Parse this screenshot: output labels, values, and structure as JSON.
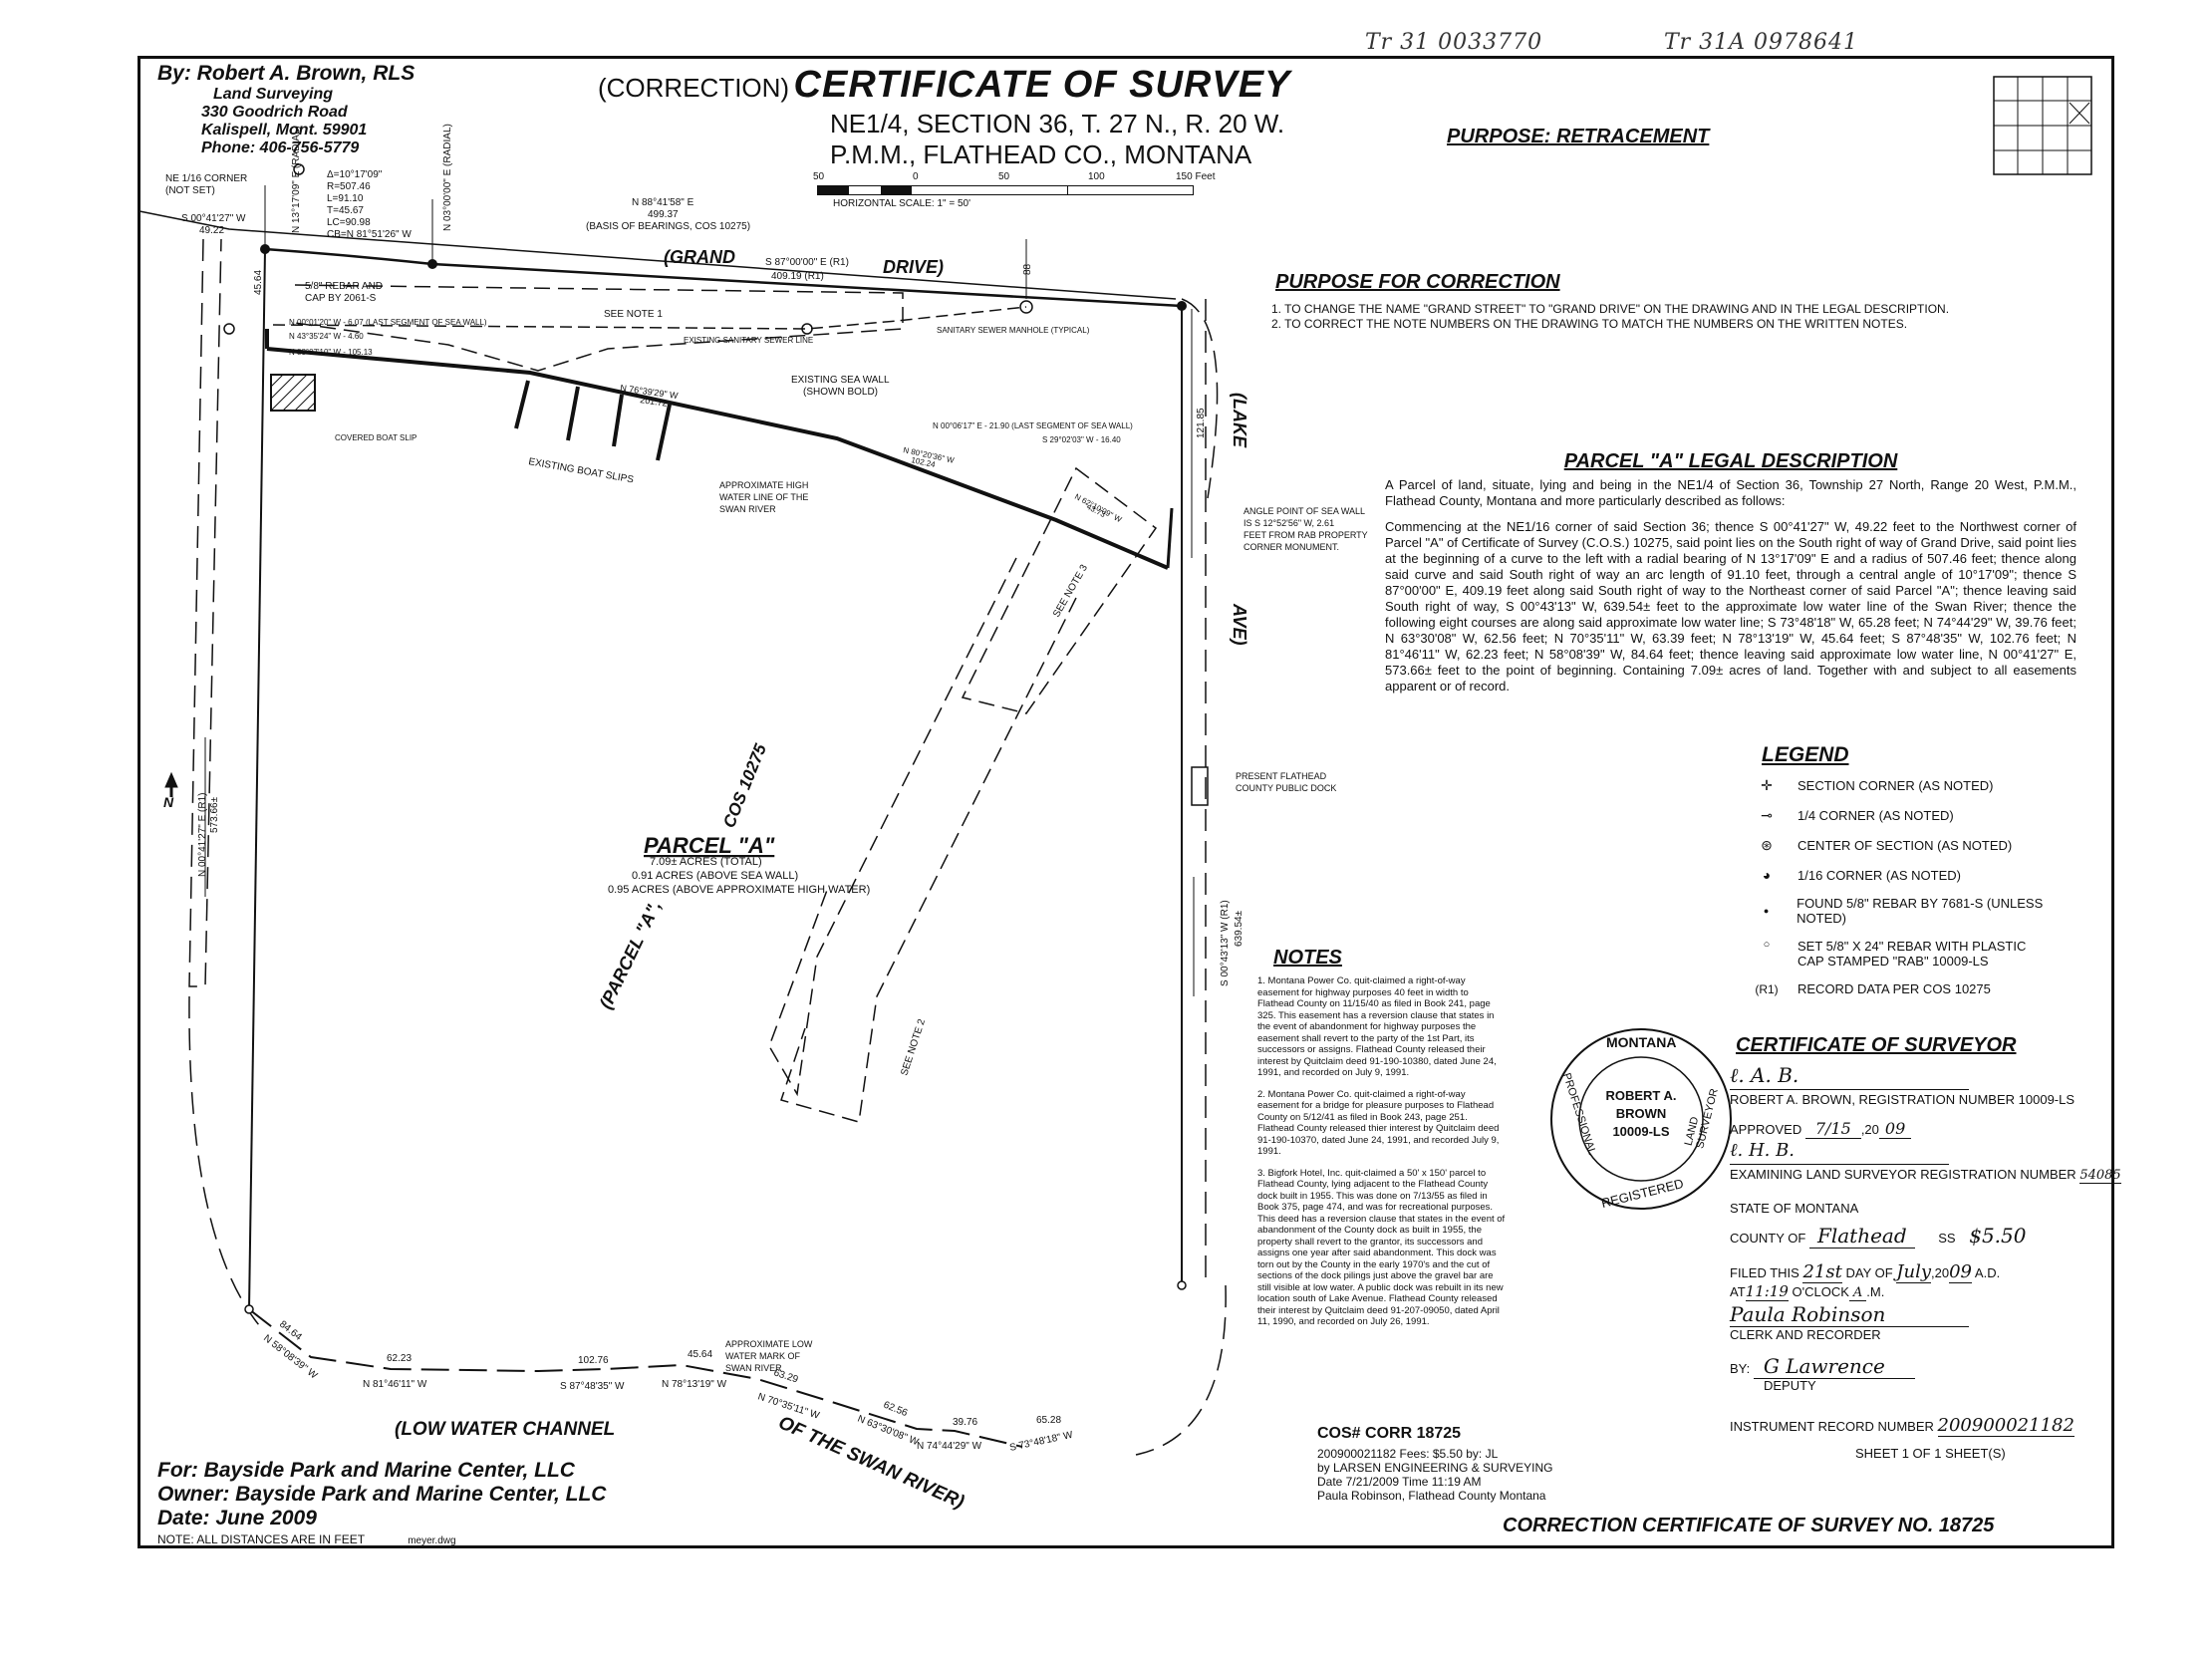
{
  "top_stamps": {
    "left": "Tr 31  0033770",
    "right": "Tr 31A  0978641"
  },
  "surveyor_block": {
    "by": "By: Robert A. Brown, RLS",
    "line1": "Land Surveying",
    "line2": "330 Goodrich Road",
    "line3": "Kalispell, Mont. 59901",
    "line4": "Phone: 406-756-5779"
  },
  "title": {
    "prefix": "(CORRECTION)",
    "main": "CERTIFICATE OF SURVEY",
    "line2": "NE1/4, SECTION 36, T. 27 N., R. 20 W.",
    "line3": "P.M.M., FLATHEAD CO., MONTANA"
  },
  "scale": {
    "ticks": [
      "50",
      "0",
      "50",
      "100",
      "150 Feet"
    ],
    "label": "HORIZONTAL SCALE: 1\" = 50'"
  },
  "purpose": "PURPOSE: RETRACEMENT",
  "purpose_correction": {
    "heading": "PURPOSE FOR CORRECTION",
    "items": [
      "1. TO CHANGE THE NAME \"GRAND STREET\" TO \"GRAND DRIVE\" ON THE DRAWING AND IN THE LEGAL DESCRIPTION.",
      "2. TO CORRECT THE NOTE NUMBERS ON THE DRAWING TO MATCH THE NUMBERS ON THE WRITTEN NOTES."
    ]
  },
  "legal": {
    "heading": "PARCEL \"A\" LEGAL DESCRIPTION",
    "p1": "A Parcel of land, situate, lying and being in the NE1/4 of Section 36, Township 27 North, Range 20 West, P.M.M., Flathead County, Montana and more particularly described as follows:",
    "p2": "Commencing at the NE1/16 corner of said Section 36; thence S 00°41'27\" W, 49.22 feet to the Northwest corner of Parcel \"A\" of Certificate of Survey (C.O.S.) 10275, said point lies on the South right of way of Grand Drive, said point lies at the beginning of a curve to the left with a radial bearing of N 13°17'09\" E and a radius of 507.46 feet; thence along said curve and said South right of way an arc length of 91.10 feet, through a central angle of 10°17'09\"; thence S 87°00'00\" E, 409.19 feet along said South right of way to the Northeast corner of said Parcel \"A\"; thence leaving said South right of way, S 00°43'13\" W, 639.54± feet to the approximate low water line of the Swan River; thence the following eight courses are along said approximate low water line; S 73°48'18\" W, 65.28 feet; N 74°44'29\" W, 39.76 feet; N 63°30'08\" W, 62.56 feet; N 70°35'11\" W, 63.39 feet; N 78°13'19\" W, 45.64 feet; S 87°48'35\" W, 102.76 feet; N 81°46'11\" W, 62.23 feet; N 58°08'39\" W, 84.64 feet; thence leaving said approximate low water line, N 00°41'27\" E, 573.66± feet to the point of beginning. Containing 7.09± acres of land. Together with and subject to all easements apparent or of record."
  },
  "legend": {
    "heading": "LEGEND",
    "items": [
      {
        "sym": "✛",
        "label": "SECTION CORNER (AS NOTED)"
      },
      {
        "sym": "⊸",
        "label": "1/4 CORNER (AS NOTED)"
      },
      {
        "sym": "⊛",
        "label": "CENTER OF SECTION (AS NOTED)"
      },
      {
        "sym": "◕",
        "label": "1/16 CORNER (AS NOTED)"
      },
      {
        "sym": "●",
        "label": "FOUND 5/8\" REBAR BY 7681-S (UNLESS NOTED)"
      },
      {
        "sym": "○",
        "label": "SET 5/8\" X 24\" REBAR WITH PLASTIC CAP STAMPED \"RAB\" 10009-LS"
      },
      {
        "sym": "(R1)",
        "label": "RECORD DATA PER COS 10275"
      }
    ]
  },
  "notes": {
    "heading": "NOTES",
    "items": [
      "1. Montana Power Co. quit-claimed a right-of-way easement for highway purposes 40 feet in width to Flathead County on 11/15/40 as filed in Book 241, page 325. This easement has a reversion clause that states in the event of abandonment for highway purposes the easement shall revert to the party of the 1st Part, its successors or assigns. Flathead County released their interest by Quitclaim deed 91-190-10380, dated June 24, 1991, and recorded on July 9, 1991.",
      "2. Montana Power Co. quit-claimed a right-of-way easement for a bridge for pleasure purposes to Flathead County on 5/12/41 as filed in Book 243, page 251. Flathead County released thier interest by Quitclaim deed 91-190-10370, dated June 24, 1991, and recorded July 9, 1991.",
      "3. Bigfork Hotel, Inc. quit-claimed a 50' x 150' parcel to Flathead County, lying adjacent to the Flathead County dock built in 1955. This was done on 7/13/55 as filed in Book 375, page 474, and was for recreational purposes. This deed has a reversion clause that states in the event of abandonment of the County dock as built in 1955, the property shall revert to the grantor, its successors and assigns one year after said abandonment. This dock was torn out by the County in the early 1970's and the cut of sections of the dock pilings just above the gravel bar are still visible at low water. A public dock was rebuilt in its new location south of Lake Avenue. Flathead County released their interest by Quitclaim deed 91-207-09050, dated April 11, 1990, and recorded on July 26, 1991."
    ]
  },
  "seal": {
    "top": "MONTANA",
    "left": "PROFESSIONAL",
    "right": "LAND SURVEYOR",
    "bottom": "REGISTERED",
    "name1": "ROBERT A.",
    "name2": "BROWN",
    "number": "10009-LS"
  },
  "cert": {
    "heading": "CERTIFICATE OF SURVEYOR",
    "reg": "ROBERT A. BROWN, REGISTRATION NUMBER 10009-LS",
    "approved": "APPROVED",
    "approved_date": "7/15",
    "approved_year_prefix": ",20",
    "approved_year": "09",
    "examining": "EXAMINING LAND SURVEYOR REGISTRATION NUMBER",
    "examining_no": "54085",
    "state": "STATE OF MONTANA",
    "county_label": "COUNTY OF",
    "county": "Flathead",
    "ss": "SS",
    "fee": "$5.50",
    "filed": "FILED THIS",
    "filed_day": "21st",
    "day_of": "DAY OF",
    "filed_month": "July",
    "filed_year_prefix": ",20",
    "filed_year": "09",
    "ad": "A.D.",
    "at": "AT",
    "at_time": "11:19",
    "oclock": "O'CLOCK",
    "am": "A",
    "m": ".M.",
    "recorder_sig": "Paula Robinson",
    "clerk": "CLERK AND RECORDER",
    "by": "BY:",
    "deputy_sig": "G Lawrence",
    "deputy": "DEPUTY",
    "instrument": "INSTRUMENT RECORD NUMBER",
    "instrument_no": "200900021182",
    "sheet": "SHEET 1 OF 1 SHEET(S)"
  },
  "cos_stamp": {
    "title": "COS# CORR 18725",
    "line1": "200900021182 Fees: $5.50 by: JL",
    "line2": "by LARSEN ENGINEERING & SURVEYING",
    "line3": "Date 7/21/2009  Time 11:19 AM",
    "line4": "Paula Robinson, Flathead County Montana"
  },
  "bottom_title": "CORRECTION CERTIFICATE OF SURVEY NO. 18725",
  "owner": {
    "for": "For: Bayside Park and Marine Center, LLC",
    "owner": "Owner: Bayside Park and Marine Center, LLC",
    "date": "Date: June 2009",
    "note": "NOTE: ALL DISTANCES ARE IN FEET",
    "file": "meyer.dwg"
  },
  "map": {
    "ne_corner": "NE 1/16 CORNER",
    "not_set": "(NOT SET)",
    "bearing_w": "S 00°41'27\" W",
    "dist_w": "49.22",
    "curve": [
      "Δ=10°17'09\"",
      "R=507.46",
      "L=91.10",
      "T=45.67",
      "LC=90.98",
      "CB=N 81°51'26\" W"
    ],
    "radial1": "N 13°17'09\" E (RADIAL)",
    "radial2": "N 03°00'00\" E (RADIAL)",
    "basis1": "N 88°41'58\" E",
    "basis2": "499.37",
    "basis3": "(BASIS OF BEARINGS, COS 10275)",
    "grand": "(GRAND",
    "drive": "DRIVE)",
    "north_brg": "S 87°00'00\" E (R1)",
    "north_dist": "409.19 (R1)",
    "rebar": "5/8\" REBAR AND",
    "rebar2": "CAP BY 2061-S",
    "see_note1": "SEE NOTE 1",
    "sew1": "N 00°01'20\" W - 6.07 (LAST SEGMENT OF SEA WALL)",
    "sew2": "N 43°35'24\" W - 4.60",
    "sew3": "N 88°07'10\" W - 105.13",
    "sanitary_line": "EXISTING SANITARY SEWER LINE",
    "manhole": "SANITARY SEWER MANHOLE (TYPICAL)",
    "seawall": "EXISTING SEA WALL",
    "seawall2": "(SHOWN BOLD)",
    "sw_brg": "N 76°39'29\" W",
    "sw_dist": "201.72",
    "boat_slip": "COVERED BOAT SLIP",
    "boat_slips": "EXISTING BOAT SLIPS",
    "ne_sw1": "N 00°06'17\" E - 21.90 (LAST SEGMENT OF SEA WALL)",
    "ne_sw2": "S 29°02'03\" W - 16.40",
    "sw_brg2": "N 80°20'36\" W",
    "sw_dist2": "102.24",
    "hw1": "APPROXIMATE HIGH",
    "hw2": "WATER LINE OF THE",
    "hw3": "SWAN RIVER",
    "sw_brg3": "N 62°10'09\" W",
    "sw_dist3": "43.73",
    "angle1": "ANGLE POINT OF SEA WALL",
    "angle2": "IS S 12°52'56\" W, 2.61",
    "angle3": "FEET FROM RAB PROPERTY",
    "angle4": "CORNER MONUMENT.",
    "lake": "(LAKE",
    "ave": "AVE)",
    "e_dist": "121.85",
    "see_note3": "SEE NOTE 3",
    "see_note2": "SEE NOTE 2",
    "dock1": "PRESENT FLATHEAD",
    "dock2": "COUNTY PUBLIC DOCK",
    "cos": "COS 10275",
    "parcel": "PARCEL \"A\"",
    "acres1": "7.09± ACRES (TOTAL)",
    "acres2": "0.91 ACRES (ABOVE SEA WALL)",
    "acres3": "0.95 ACRES (ABOVE APPROXIMATE HIGH WATER)",
    "parcel_a": "(PARCEL \"A\",",
    "west_brg": "N 00°41'27\" E (R1)",
    "west_dist": "573.66±",
    "east_brg": "S 00°43'13\" W (R1)",
    "east_dist": "639.54±",
    "north_arrow": "N",
    "lw1": "APPROXIMATE LOW",
    "lw2": "WATER MARK OF",
    "lw3": "SWAN RIVER",
    "lowwater": "(LOW WATER CHANNEL",
    "swan": "OF THE SWAN RIVER)",
    "c1": "84.64",
    "c1b": "N 58°08'39\" W",
    "c2": "62.23",
    "c2b": "N 81°46'11\" W",
    "c3": "102.76",
    "c3b": "S 87°48'35\" W",
    "c4": "45.64",
    "c4b": "N 78°13'19\" W",
    "c5": "63.29",
    "c5b": "N 70°35'11\" W",
    "c6": "62.56",
    "c6b": "N 63°30'08\" W",
    "c7": "39.76",
    "c7b": "N 74°44'29\" W",
    "c8": "65.28",
    "c8b": "S 73°48'18\" W",
    "ne_dim": "88",
    "nw_dim": "45.64"
  }
}
